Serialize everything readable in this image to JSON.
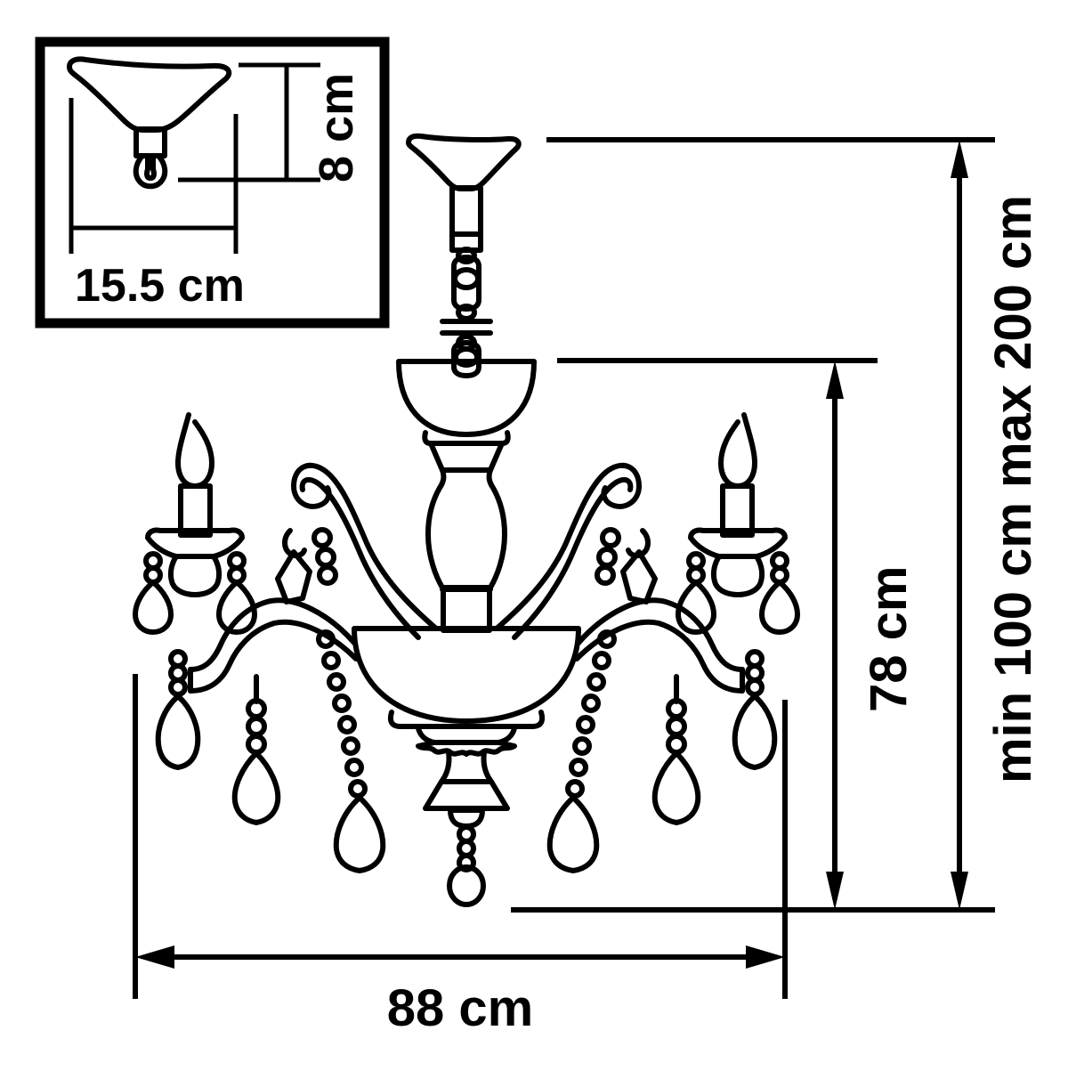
{
  "figure": {
    "type": "technical-dimension-drawing",
    "subject": "crystal candle chandelier",
    "background_color": "#ffffff",
    "line_color": "#000000"
  },
  "inset": {
    "title": "ceiling-canopy-detail",
    "border_color": "#000000",
    "width_dimension": "15.5 cm",
    "height_dimension": "8 cm"
  },
  "dimensions": {
    "overall_height": "min 100 cm max 200 cm",
    "fixture_height": "78 cm",
    "fixture_width": "88 cm"
  },
  "chandelier": {
    "arm_count_visible": 4,
    "candle_count_visible": 2,
    "parts": [
      "ceiling-canopy",
      "suspension-chain",
      "upper-bowl",
      "baluster-column",
      "scroll-arms",
      "candle-sleeves",
      "flame-tips",
      "bobeche-cups",
      "teardrop-crystals",
      "beaded-crystal-strands",
      "pendeloque-drops",
      "main-bowl",
      "bottom-finial"
    ]
  }
}
